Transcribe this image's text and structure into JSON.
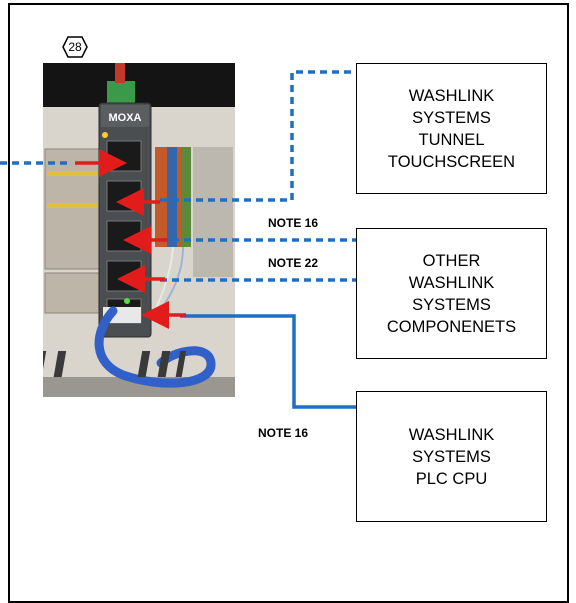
{
  "callout": {
    "number": "28"
  },
  "boxes": {
    "touchscreen": {
      "lines": [
        "WASHLINK",
        "SYSTEMS",
        "TUNNEL",
        "TOUCHSCREEN"
      ]
    },
    "other": {
      "lines": [
        "OTHER",
        "WASHLINK",
        "SYSTEMS",
        "COMPONENETS"
      ]
    },
    "plc": {
      "lines": [
        "WASHLINK",
        "SYSTEMS",
        "PLC CPU"
      ]
    }
  },
  "notes": {
    "note_a": "NOTE 16",
    "note_b": "NOTE 22",
    "note_c": "NOTE 16"
  },
  "device": {
    "brand": "MOXA"
  },
  "colors": {
    "cable_blue": "#1f6fc4",
    "arrow_red": "#e21b1b",
    "switch_body": "#4a4e50",
    "photo_background": "#d8d4cc"
  }
}
